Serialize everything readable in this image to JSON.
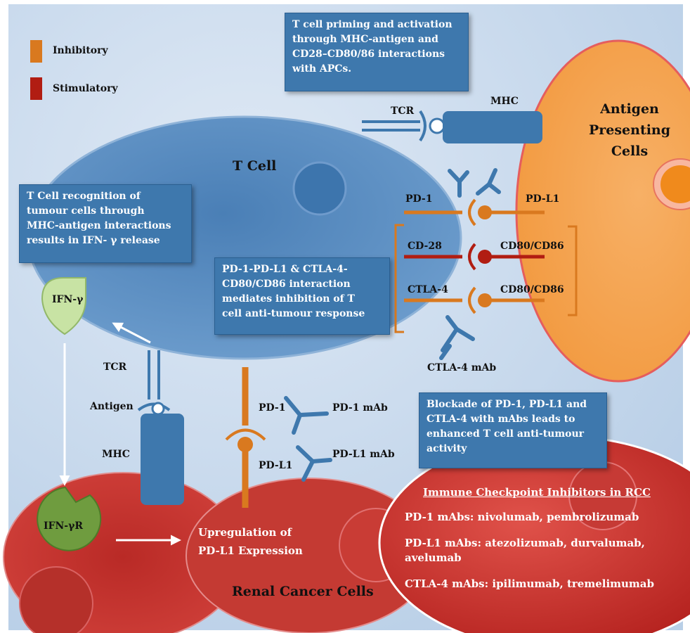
{
  "legend": [
    {
      "label": "Inhibitory",
      "color": "#d9791f"
    },
    {
      "label": "Stimulatory",
      "color": "#b11d12"
    }
  ],
  "boxes": {
    "priming": [
      "T cell priming and activation",
      "through MHC-antigen and",
      "CD28–CD80/86 interactions",
      "with APCs."
    ],
    "recognition": [
      "T Cell recognition of",
      "tumour cells through",
      "MHC-antigen interactions",
      "results in IFN- γ release"
    ],
    "inhibition": [
      "PD-1-PD-L1 & CTLA-4-",
      "CD80/CD86 interaction",
      "mediates inhibition of T",
      "cell anti-tumour response"
    ],
    "blockade": [
      "Blockade of PD-1, PD-L1 and",
      "CTLA-4 with mAbs leads to",
      "enhanced T cell anti-tumour",
      "activity"
    ]
  },
  "cells": {
    "tcell": "T Cell",
    "apc": [
      "Antigen",
      "Presenting Cells"
    ],
    "renal": "Renal Cancer Cells"
  },
  "labels": {
    "tcr_top": "TCR",
    "mhc_top": "MHC",
    "pd1_right": "PD-1",
    "pdl1_right": "PD-L1",
    "cd28": "CD-28",
    "cd8086_a": "CD80/CD86",
    "ctla4": "CTLA-4",
    "cd8086_b": "CD80/CD86",
    "ctla4_mab": "CTLA-4 mAb",
    "ifng": "IFN-γ",
    "ifngr": "IFN-γR",
    "tcr_left": "TCR",
    "antigen": "Antigen",
    "mhc_left": "MHC",
    "pd1_lower": "PD-1",
    "pd1_mab": "PD-1 mAb",
    "pdl1_lower": "PD-L1",
    "pdl1_mab": "PD-L1 mAb",
    "upregulation": [
      "Upregulation of",
      "PD-L1 Expression"
    ]
  },
  "rcc": {
    "title": "Immune Checkpoint Inhibitors in RCC",
    "pd1": "PD-1 mAbs: nivolumab, pembrolizumab",
    "pdl1": [
      "PD-L1 mAbs: atezolizumab, durvalumab,",
      "avelumab"
    ],
    "ctla4": "CTLA-4 mAbs: ipilimumab, tremelimumab"
  },
  "colors": {
    "background": "#c8d9ec",
    "tcell": "#5b8fc3",
    "apc": "#f4a24f",
    "renal": "#c8322c",
    "box": "#3e78ad",
    "inhibitory": "#d9791f",
    "stimulatory": "#b11d12",
    "ifn": "#c8e3a4",
    "ifnr": "#6f9c3f"
  }
}
